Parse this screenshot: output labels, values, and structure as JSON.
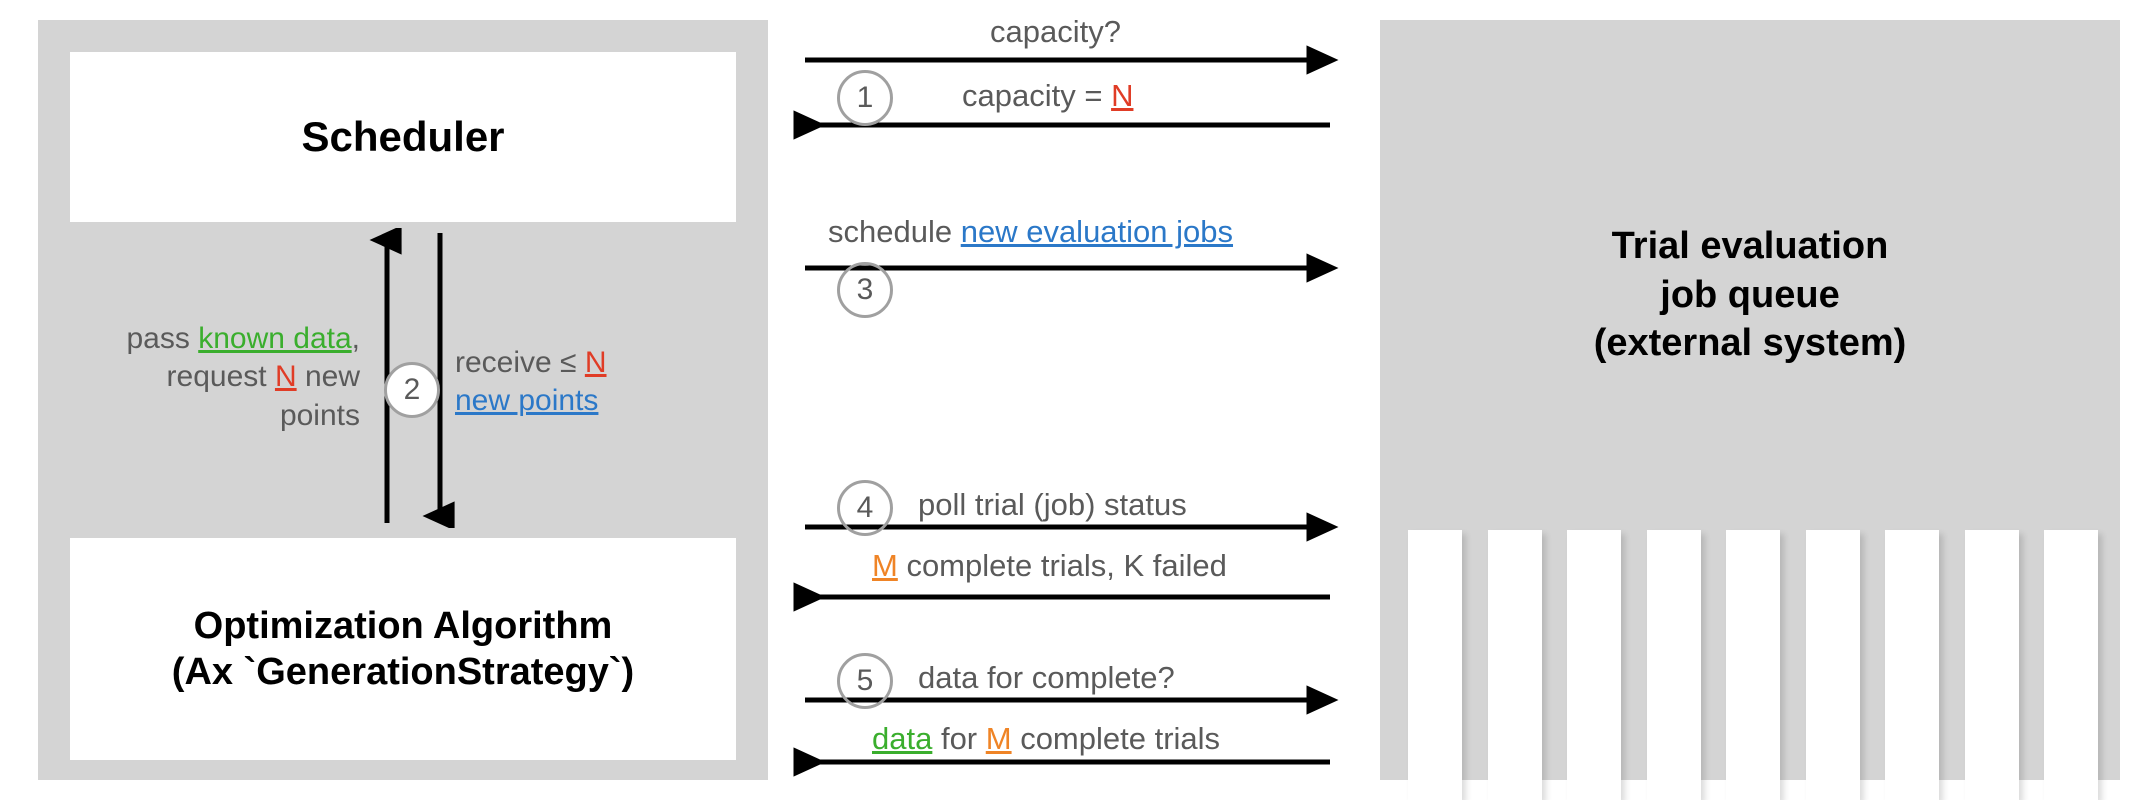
{
  "diagram": {
    "title_semantic": "Ax Scheduler interaction sequence diagram",
    "colors": {
      "panel_background": "#d4d4d4",
      "box_background": "#ffffff",
      "body_text": "#5a5a5a",
      "heading_text": "#000000",
      "accent_red": "#e03c26",
      "accent_green": "#3aae2d",
      "accent_blue": "#2b78c8",
      "accent_orange": "#ef8426",
      "circle_border": "#a0a0a0"
    }
  },
  "left_panel": {
    "scheduler_box": {
      "label": "Scheduler"
    },
    "optimization_box": {
      "line1": "Optimization Algorithm",
      "line2": "(Ax `GenerationStrategy`)"
    },
    "step2": {
      "number": "2",
      "left_label": {
        "line1_pre": "pass ",
        "line1_key": "known data",
        "line1_post": ",",
        "line2_pre": "request ",
        "line2_key": "N",
        "line2_post": " new",
        "line3": "points"
      },
      "right_label": {
        "line1_pre": "receive ≤ ",
        "line1_key": "N",
        "line2_key": "new points"
      }
    }
  },
  "sequence": {
    "step1": {
      "number": "1",
      "top_label_pre": "capacity?",
      "bottom_label_pre": "capacity = ",
      "bottom_label_key": "N"
    },
    "step3": {
      "number": "3",
      "label_pre": "schedule ",
      "label_key": "new evaluation jobs"
    },
    "step4": {
      "number": "4",
      "top_label": "poll trial (job) status",
      "bottom_label_key": "M",
      "bottom_label_post": " complete trials, K failed"
    },
    "step5": {
      "number": "5",
      "top_label": "data for complete?",
      "bottom_label_key1": "data",
      "bottom_label_mid": " for ",
      "bottom_label_key2": "M",
      "bottom_label_post": " complete trials"
    }
  },
  "right_panel": {
    "title": {
      "line1": "Trial evaluation",
      "line2": "job queue",
      "line3": "(external system)"
    },
    "job_slot_count": 9
  }
}
